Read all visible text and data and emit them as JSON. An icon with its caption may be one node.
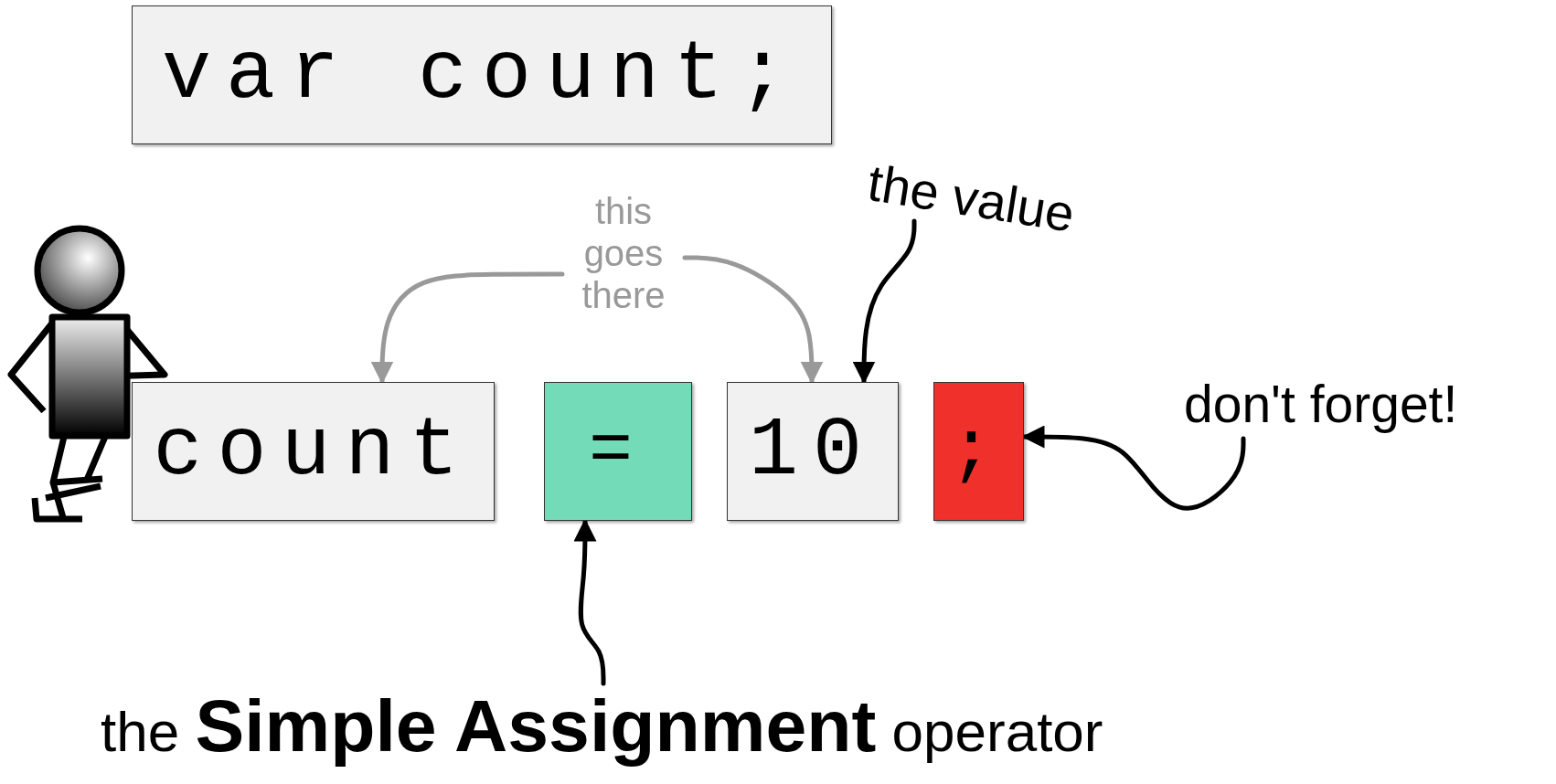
{
  "diagram": {
    "nodes": [
      {
        "text": [
          "var count;"
        ]
      },
      {
        "text": [
          "count"
        ]
      },
      {
        "text": [
          "="
        ]
      },
      {
        "text": [
          "10"
        ]
      },
      {
        "text": [
          ";"
        ]
      },
      {
        "text": [
          "this goes there"
        ]
      },
      {
        "text": [
          "the value"
        ]
      },
      {
        "text": [
          "don't forget!"
        ]
      },
      {
        "text": [
          "the **Simple Assignment** operator"
        ]
      }
    ],
    "edges": [
      {
        "from": 5,
        "to": 1,
        "arrow": "to",
        "color": "#999999"
      },
      {
        "from": 5,
        "to": 3,
        "arrow": "to",
        "color": "#999999"
      },
      {
        "from": 6,
        "to": 3,
        "arrow": "to"
      },
      {
        "from": 7,
        "to": 4,
        "arrow": "to"
      },
      {
        "from": 8,
        "to": 2,
        "arrow": "to"
      }
    ]
  }
}
